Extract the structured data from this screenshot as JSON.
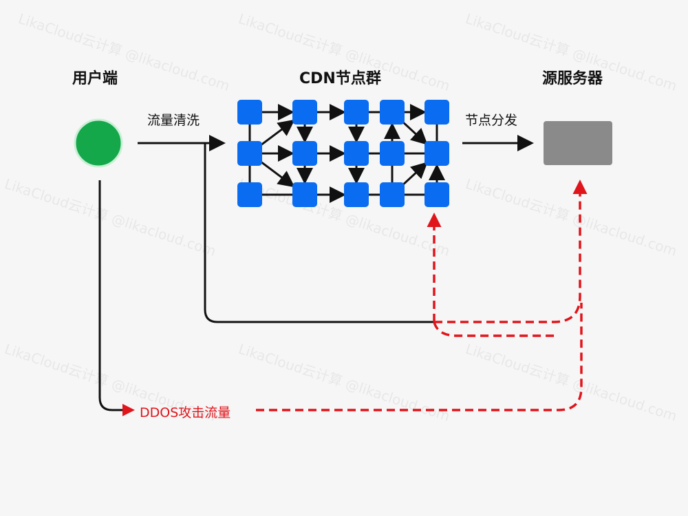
{
  "labels": {
    "user": "用户端",
    "cdn": "CDN节点群",
    "origin": "源服务器",
    "cleaning": "流量清洗",
    "distribute": "节点分发",
    "ddos": "DDOS攻击流量"
  },
  "watermark": "LikaCloud云计算 @likacloud.com",
  "colors": {
    "node": "#0a6cf0",
    "user": "#14a84a",
    "server": "#8a8a8a",
    "attack": "#e0141b",
    "line": "#111111"
  }
}
